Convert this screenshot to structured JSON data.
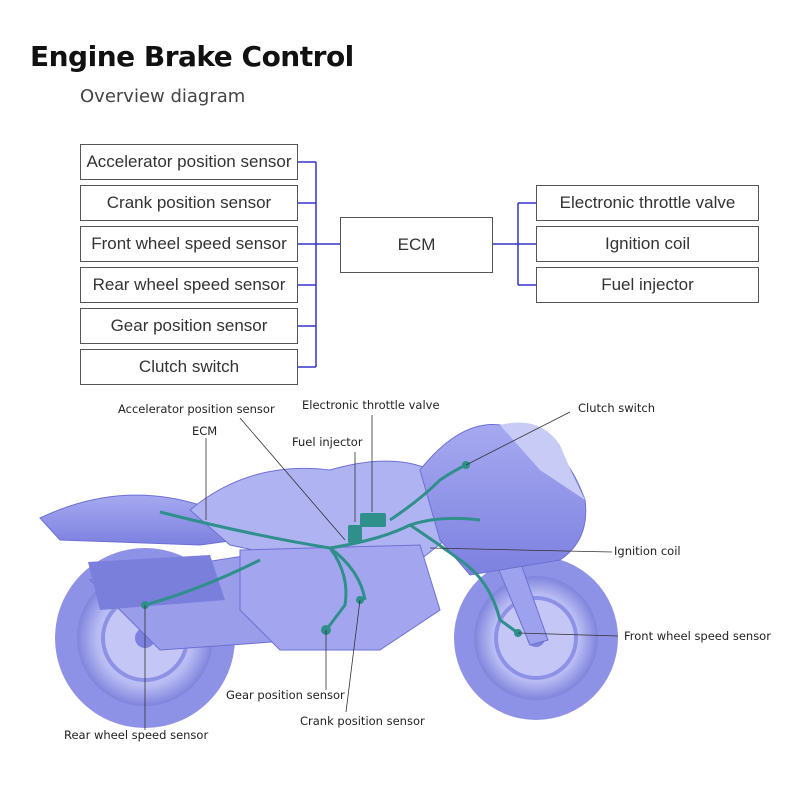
{
  "header": {
    "title": "Engine Brake Control",
    "subtitle": "Overview diagram"
  },
  "block_diagram": {
    "inputs": [
      "Accelerator position sensor",
      "Crank position sensor",
      "Front wheel speed sensor",
      "Rear wheel speed sensor",
      "Gear position sensor",
      "Clutch switch"
    ],
    "controller": "ECM",
    "outputs": [
      "Electronic throttle valve",
      "Ignition coil",
      "Fuel injector"
    ],
    "connector_color": "#3333cc"
  },
  "callouts": {
    "accelerator": "Accelerator position sensor",
    "ecm": "ECM",
    "throttle": "Electronic throttle valve",
    "fuel_injector": "Fuel injector",
    "clutch": "Clutch switch",
    "ignition": "Ignition coil",
    "front_wheel": "Front wheel speed sensor",
    "gear": "Gear position sensor",
    "crank": "Crank position sensor",
    "rear_wheel": "Rear wheel speed sensor"
  },
  "colors": {
    "bike_body": "#8f93e8",
    "harness": "#2f8f8a"
  }
}
